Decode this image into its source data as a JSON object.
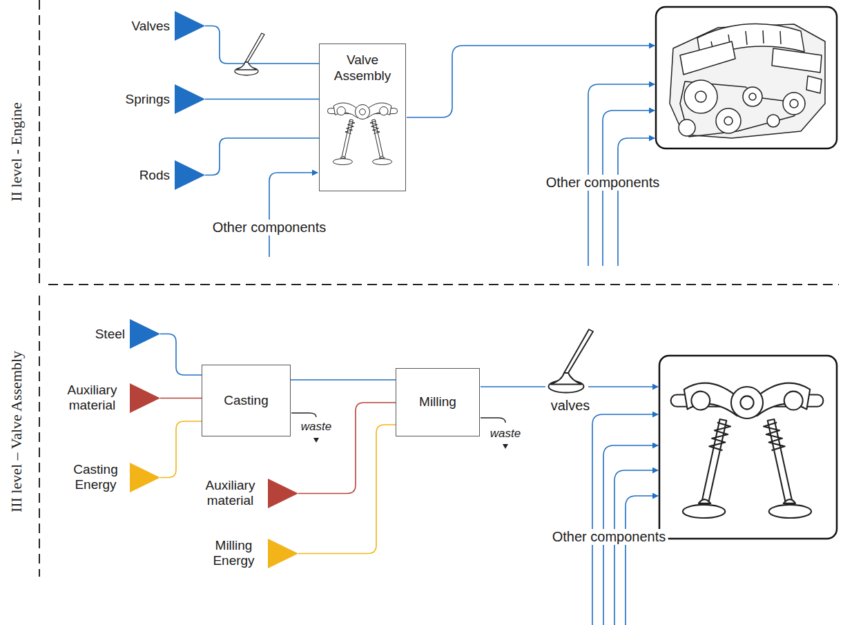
{
  "diagram": {
    "nodes": [
      {
        "text": [
          "Valves"
        ]
      },
      {
        "text": [
          "Springs"
        ]
      },
      {
        "text": [
          "Rods"
        ]
      },
      {
        "text": [
          "Valve Assembly"
        ]
      },
      {
        "text": [
          "Steel"
        ]
      },
      {
        "text": [
          "Auxiliary material"
        ]
      },
      {
        "text": [
          "Casting Energy"
        ]
      },
      {
        "text": [
          "Casting"
        ]
      },
      {
        "text": [
          "Auxiliary material"
        ]
      },
      {
        "text": [
          "Milling Energy"
        ]
      },
      {
        "text": [
          "Milling"
        ]
      }
    ],
    "edges": [
      {
        "from": 0,
        "to": 3,
        "arrow": "none"
      },
      {
        "from": 1,
        "to": 3,
        "arrow": "none"
      },
      {
        "from": 2,
        "to": 3,
        "arrow": "none"
      },
      {
        "from": 4,
        "to": 7,
        "arrow": "none"
      },
      {
        "from": 5,
        "to": 7,
        "arrow": "none"
      },
      {
        "from": 6,
        "to": 7,
        "arrow": "none"
      },
      {
        "from": 7,
        "to": 10,
        "arrow": "none"
      },
      {
        "from": 8,
        "to": 10,
        "arrow": "none"
      },
      {
        "from": 9,
        "to": 10,
        "arrow": "none"
      }
    ],
    "labels": [
      "II level - Engine",
      "Other components",
      "Other components",
      "III level – Valve Assembly",
      "waste",
      "waste",
      "valves",
      "Other components"
    ]
  }
}
